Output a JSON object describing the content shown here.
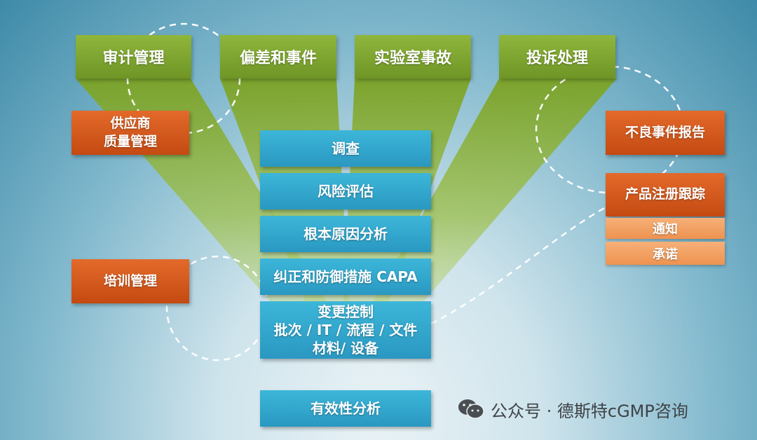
{
  "top_categories": [
    "审计管理",
    "偏差和事件",
    "实验室事故",
    "投诉处理"
  ],
  "left_boxes": {
    "supplier": [
      "供应商",
      "质量管理"
    ],
    "training": "培训管理"
  },
  "right_boxes": {
    "adverse_event": "不良事件报告",
    "registration": "产品注册跟踪",
    "sub_items": [
      "通知",
      "承诺"
    ]
  },
  "process_steps": [
    "调查",
    "风险评估",
    "根本原因分析",
    "纠正和防御措施 CAPA"
  ],
  "change_control": [
    "变更控制",
    "批次 / IT / 流程 / 文件",
    "材料/ 设备"
  ],
  "effectiveness": "有效性分析",
  "watermark": {
    "text": "公众号 · 德斯特cGMP咨询",
    "icon": "wechat-icon"
  },
  "colors": {
    "green": "#7aa52f",
    "orange": "#d4561a",
    "light_orange": "#f3a264",
    "blue": "#31a7cf"
  }
}
